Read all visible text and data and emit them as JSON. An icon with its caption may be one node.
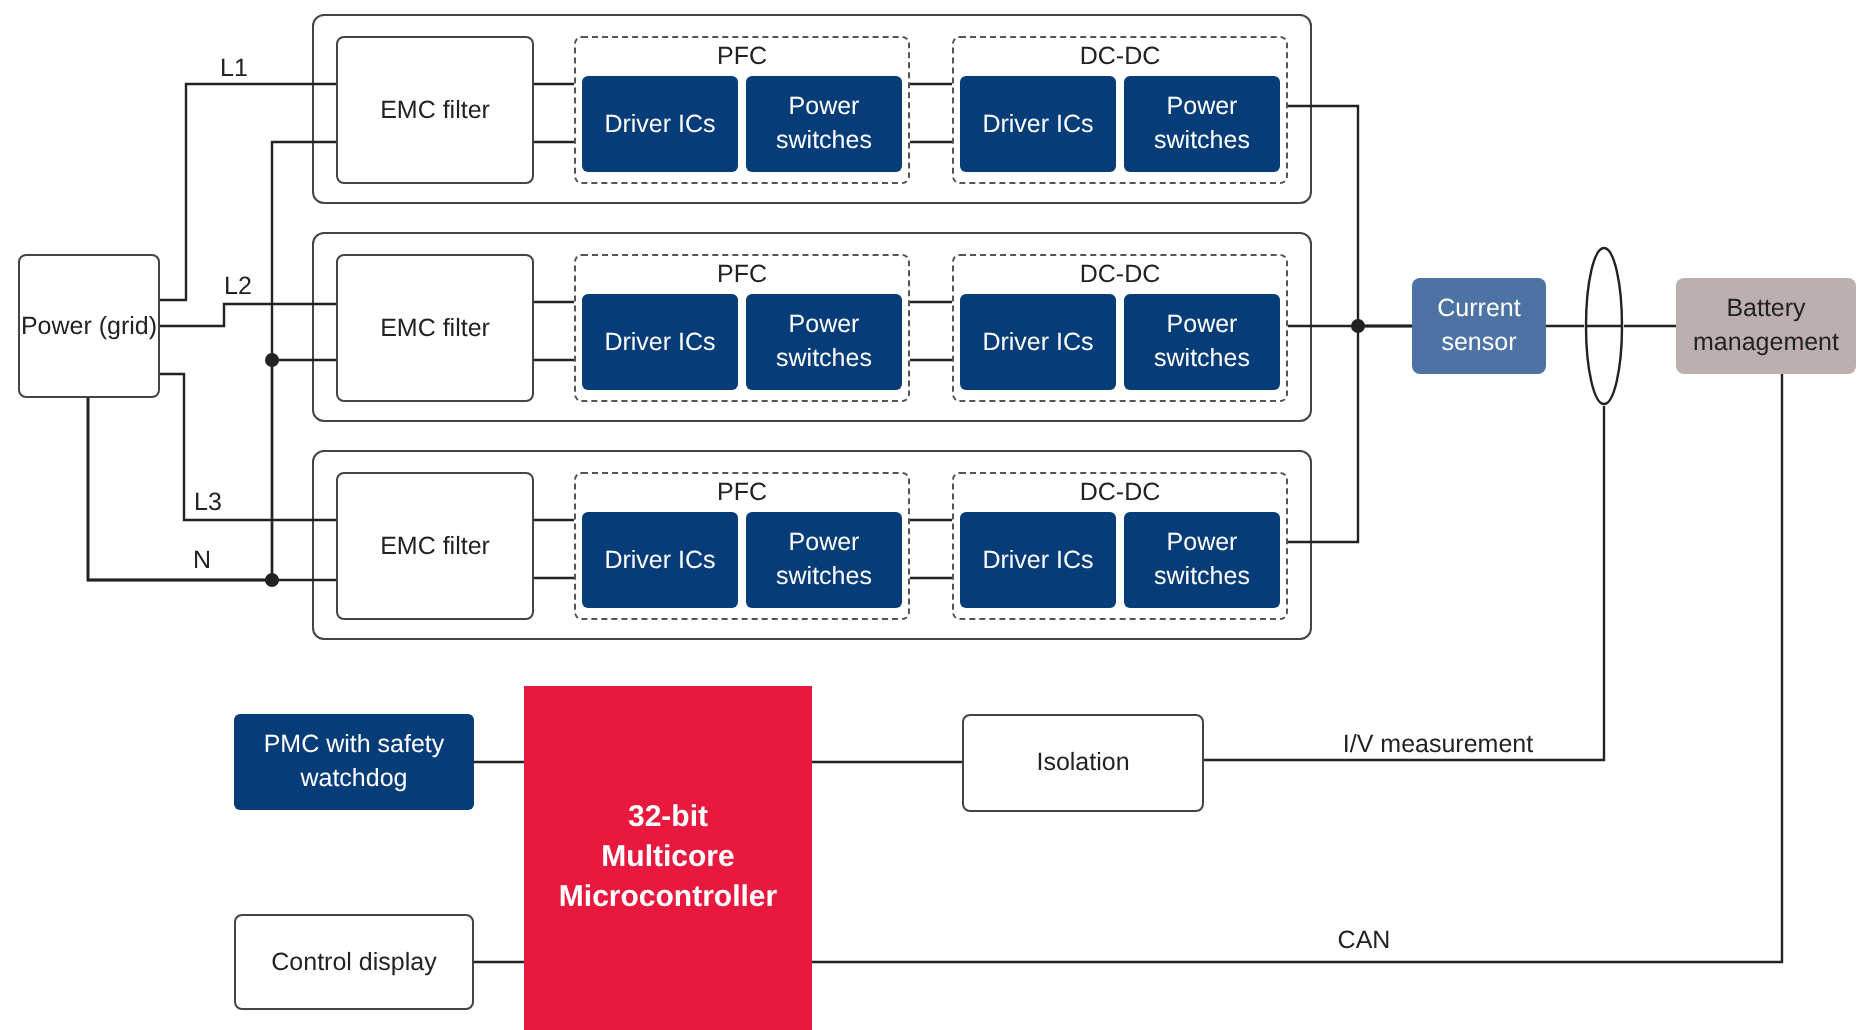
{
  "diagram": {
    "nodes": [
      {
        "text": [
          "Power (grid)"
        ]
      },
      {
        "text": [],
        "shape": "box"
      },
      {
        "text": [
          "EMC filter"
        ],
        "in": 1
      },
      {
        "text": [
          "PFC"
        ],
        "in": 1
      },
      {
        "text": [
          "Driver ICs"
        ],
        "in": 3
      },
      {
        "text": [
          "Power switches"
        ],
        "in": 3
      },
      {
        "text": [
          "DC-DC"
        ],
        "in": 1
      },
      {
        "text": [
          "Driver ICs"
        ],
        "in": 6
      },
      {
        "text": [
          "Power switches"
        ],
        "in": 6
      },
      {
        "text": [],
        "shape": "box"
      },
      {
        "text": [
          "EMC filter"
        ],
        "in": 9
      },
      {
        "text": [
          "PFC"
        ],
        "in": 9
      },
      {
        "text": [
          "Driver ICs"
        ],
        "in": 11
      },
      {
        "text": [
          "Power switches"
        ],
        "in": 11
      },
      {
        "text": [
          "DC-DC"
        ],
        "in": 9
      },
      {
        "text": [
          "Driver ICs"
        ],
        "in": 14
      },
      {
        "text": [
          "Power switches"
        ],
        "in": 14
      },
      {
        "text": [],
        "shape": "box"
      },
      {
        "text": [
          "EMC filter"
        ],
        "in": 17
      },
      {
        "text": [
          "PFC"
        ],
        "in": 17
      },
      {
        "text": [
          "Driver ICs"
        ],
        "in": 19
      },
      {
        "text": [
          "Power switches"
        ],
        "in": 19
      },
      {
        "text": [
          "DC-DC"
        ],
        "in": 17
      },
      {
        "text": [
          "Driver ICs"
        ],
        "in": 22
      },
      {
        "text": [
          "Power switches"
        ],
        "in": 22
      },
      {
        "text": [
          "Current sensor"
        ]
      },
      {
        "text": [],
        "shape": "ellipse"
      },
      {
        "text": [
          "Battery management"
        ]
      },
      {
        "text": [
          "PMC with safety watchdog"
        ]
      },
      {
        "text": [
          "32-bit Multicore Microcontroller"
        ]
      },
      {
        "text": [
          "Isolation"
        ]
      },
      {
        "text": [
          "Control display"
        ]
      }
    ],
    "edges": [
      {
        "from": 0,
        "to": 2,
        "arrow": "none",
        "label": "L1"
      },
      {
        "from": 0,
        "to": 10,
        "arrow": "none",
        "label": "L2"
      },
      {
        "from": 0,
        "to": 18,
        "arrow": "none",
        "label": "L3"
      },
      {
        "from": 0,
        "to": 18,
        "arrow": "none",
        "label": "N"
      },
      {
        "from": 0,
        "to": 10,
        "arrow": "none"
      },
      {
        "from": 0,
        "to": 2,
        "arrow": "none"
      },
      {
        "from": 2,
        "to": 3,
        "arrow": "none"
      },
      {
        "from": 2,
        "to": 3,
        "arrow": "none"
      },
      {
        "from": 3,
        "to": 6,
        "arrow": "none"
      },
      {
        "from": 3,
        "to": 6,
        "arrow": "none"
      },
      {
        "from": 10,
        "to": 11,
        "arrow": "none"
      },
      {
        "from": 10,
        "to": 11,
        "arrow": "none"
      },
      {
        "from": 11,
        "to": 14,
        "arrow": "none"
      },
      {
        "from": 11,
        "to": 14,
        "arrow": "none"
      },
      {
        "from": 18,
        "to": 19,
        "arrow": "none"
      },
      {
        "from": 18,
        "to": 19,
        "arrow": "none"
      },
      {
        "from": 19,
        "to": 22,
        "arrow": "none"
      },
      {
        "from": 19,
        "to": 22,
        "arrow": "none"
      },
      {
        "from": 6,
        "to": 25,
        "arrow": "none"
      },
      {
        "from": 14,
        "to": 25,
        "arrow": "none"
      },
      {
        "from": 22,
        "to": 25,
        "arrow": "none"
      },
      {
        "from": 25,
        "to": 26,
        "arrow": "none"
      },
      {
        "from": 26,
        "to": 27,
        "arrow": "none"
      },
      {
        "from": 26,
        "to": 30,
        "arrow": "none",
        "label": "I/V measurement"
      },
      {
        "from": 30,
        "to": 29,
        "arrow": "none"
      },
      {
        "from": 28,
        "to": 29,
        "arrow": "none"
      },
      {
        "from": 31,
        "to": 29,
        "arrow": "none"
      },
      {
        "from": 29,
        "to": 27,
        "arrow": "none",
        "label": "CAN"
      }
    ]
  }
}
